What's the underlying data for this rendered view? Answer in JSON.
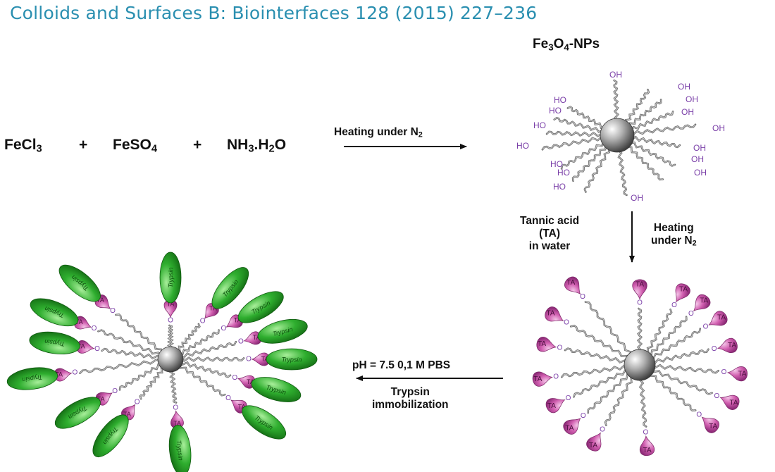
{
  "header": {
    "journal_citation": "Colloids and Surfaces B: Biointerfaces 128 (2015) 227–236"
  },
  "reaction": {
    "reagent1": "FeCl3",
    "plus1": "+",
    "reagent2": "FeSO4",
    "plus2": "+",
    "reagent3": "NH3.H2O",
    "step1_condition": "Heating under N2"
  },
  "nanoparticle": {
    "title": "Fe3O4-NPs",
    "hydroxyl_label": "OH",
    "hydroxyl_label_left": "HO"
  },
  "step2": {
    "reagent_line1": "Tannic acid",
    "reagent_line2": "(TA)",
    "reagent_line3": "in water",
    "condition_line1": "Heating",
    "condition_line2": "under N2"
  },
  "ta_particle": {
    "ta_label": "TA",
    "linker_label": "O"
  },
  "step3": {
    "condition_line1": "pH = 7.5 0,1 M PBS",
    "condition_line2": "Trypsin",
    "condition_line3": "immobilization"
  },
  "final_particle": {
    "enzyme_label": "Trypsin"
  },
  "colors": {
    "title_blue": "#2a8fb0",
    "ta_pink": "#d15fb0",
    "trypsin_green": "#2fae2f",
    "hydroxyl_purple": "#7a3fa8",
    "core_gray": "#8a8a8a"
  }
}
